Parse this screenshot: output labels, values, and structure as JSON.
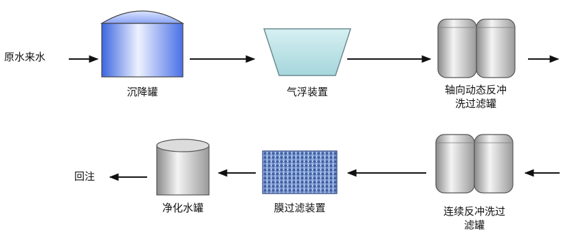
{
  "diagram": {
    "nodes": {
      "source": "原水来水",
      "settling_tank": "沉降罐",
      "air_flotation": "气浮装置",
      "axial_filter": [
        "轴向动态反冲",
        "洗过滤罐"
      ],
      "continuous_filter": [
        "连续反冲洗过",
        "滤罐"
      ],
      "membrane_filter": "膜过滤装置",
      "clean_water_tank": "净化水罐",
      "reinjection": "回注"
    },
    "colors": {
      "settling_tank": "#6f8ff0",
      "air_flotation": "#b4dee2",
      "membrane": "#5a78b8",
      "steel": "#c9c9c9",
      "arrow": "#111111"
    }
  }
}
